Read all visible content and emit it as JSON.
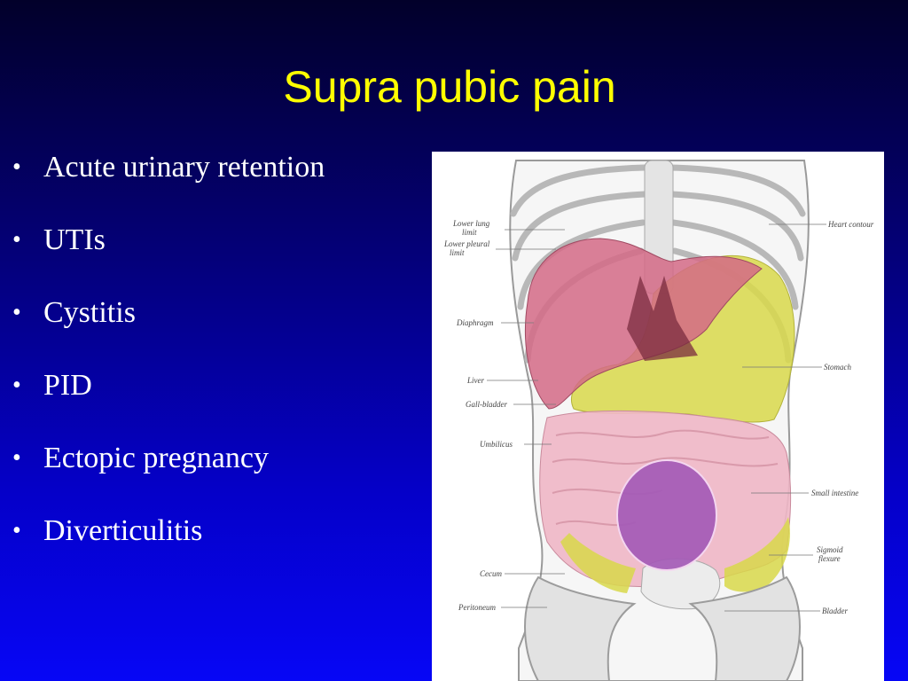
{
  "slide": {
    "title": "Supra pubic pain",
    "bullets": [
      "Acute urinary retention",
      "UTIs",
      "Cystitis",
      "PID",
      "Ectopic pregnancy",
      "Diverticulitis"
    ],
    "bullet_symbol": "•"
  },
  "diagram": {
    "labels": {
      "lower_lung_limit": [
        "Lower lung",
        "limit"
      ],
      "lower_pleural_limit": [
        "Lower pleural",
        "limit"
      ],
      "diaphragm": "Diaphragm",
      "liver": "Liver",
      "gall_bladder": "Gall-bladder",
      "umbilicus": "Umbilicus",
      "caecum": "Cecum",
      "peritoneum": "Peritoneum",
      "heart_contour": "Heart contour",
      "stomach": "Stomach",
      "small_intestine": "Small intestine",
      "sigmoid_flexure": [
        "Sigmoid",
        "flexure"
      ],
      "bladder": "Bladder"
    },
    "highlight": "suprapubic-region"
  },
  "colors": {
    "title": "#ffff00",
    "text": "#ffffff",
    "liver": "#d36a86",
    "stomach": "#d8d84a",
    "intestine": "#efb7c6",
    "highlight_fill": "#a45ab6",
    "highlight_stroke": "#f4d6f0"
  }
}
